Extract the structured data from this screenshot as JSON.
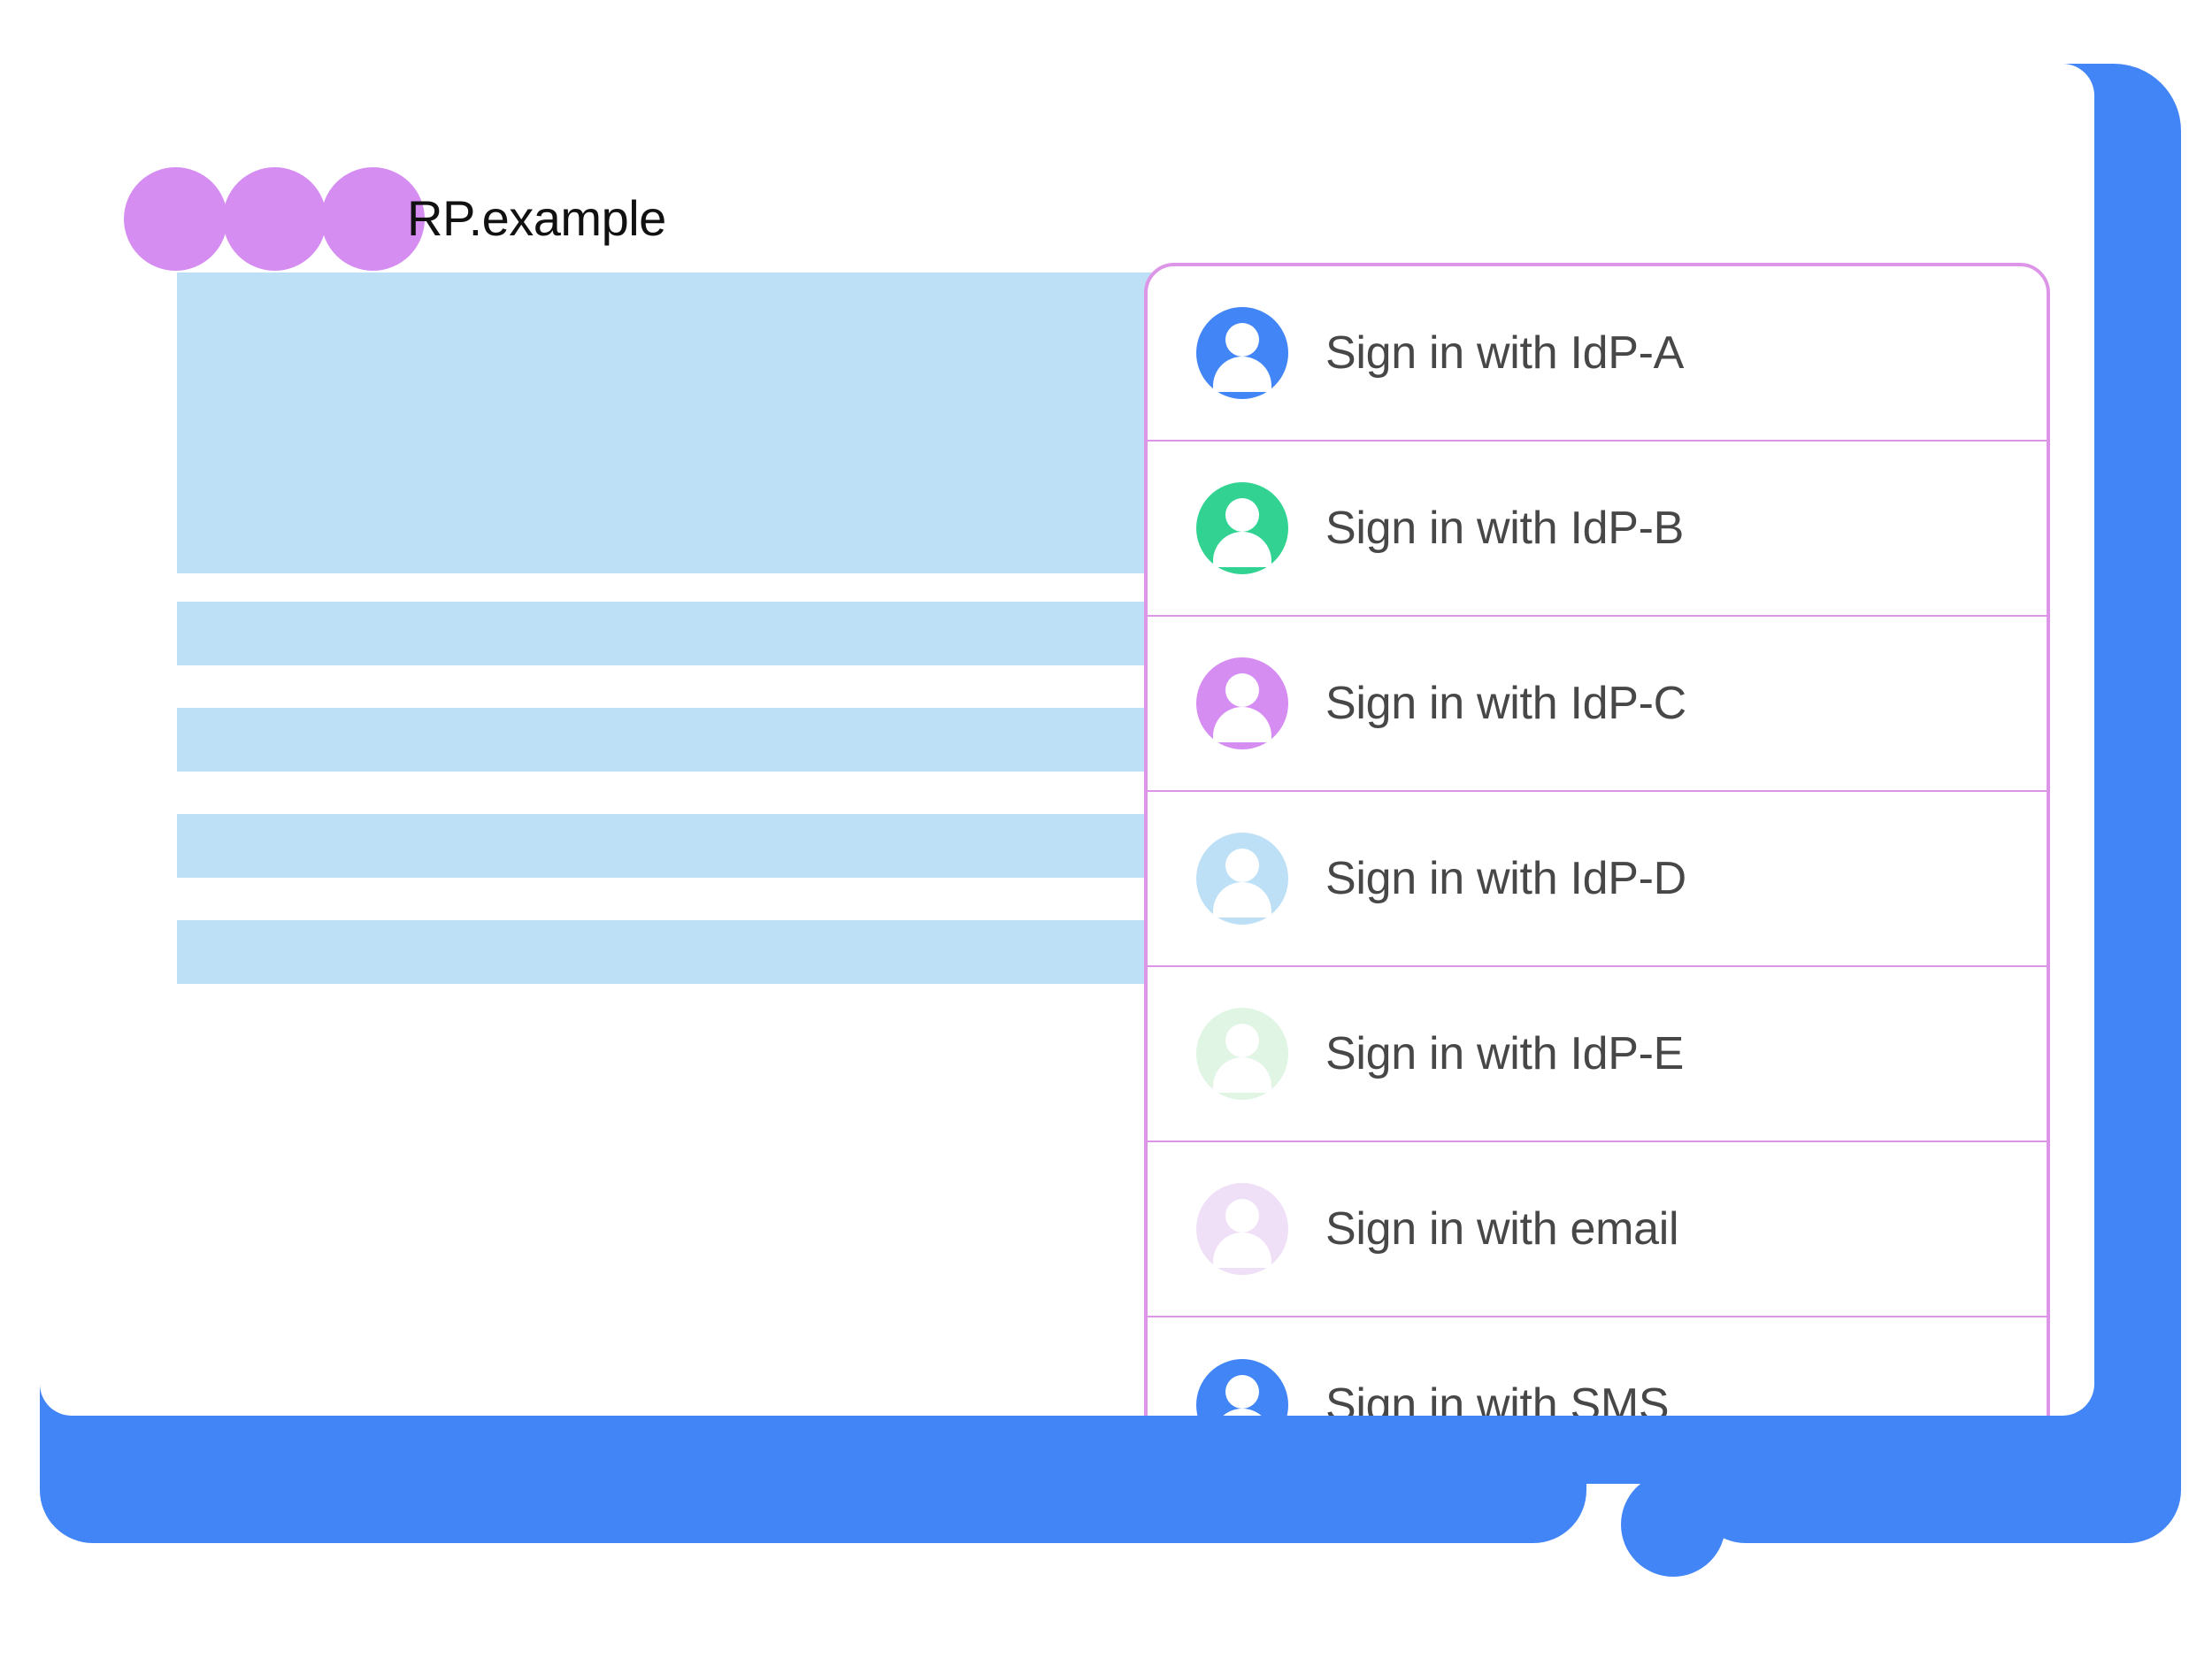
{
  "browser": {
    "site_title": "RP.example",
    "window_dots": [
      {
        "name": "window-dot-1",
        "color": "#D68DF2"
      },
      {
        "name": "window-dot-2",
        "color": "#D68DF2"
      },
      {
        "name": "window-dot-3",
        "color": "#D68DF2"
      }
    ]
  },
  "page_content": {
    "placeholder_color": "#BEE0F7",
    "blocks": [
      {
        "name": "content-hero-placeholder",
        "kind": "hero"
      },
      {
        "name": "content-line-placeholder-1",
        "kind": "line"
      },
      {
        "name": "content-line-placeholder-2",
        "kind": "line"
      },
      {
        "name": "content-line-placeholder-3",
        "kind": "line"
      },
      {
        "name": "content-line-placeholder-4",
        "kind": "line"
      }
    ]
  },
  "account_chooser": {
    "border_color": "#DD95E8",
    "divider_color": "#DD95E8",
    "background": "#FFFFFF",
    "items": [
      {
        "label": "Sign in with IdP-A",
        "avatar_color": "#4285F7",
        "icon": "person-avatar-icon"
      },
      {
        "label": "Sign in with IdP-B",
        "avatar_color": "#32D392",
        "icon": "person-avatar-icon"
      },
      {
        "label": "Sign in with IdP-C",
        "avatar_color": "#D68DF2",
        "icon": "person-avatar-icon"
      },
      {
        "label": "Sign in with IdP-D",
        "avatar_color": "#BEE0F7",
        "icon": "person-avatar-icon"
      },
      {
        "label": "Sign in with IdP-E",
        "avatar_color": "#E0F5E4",
        "icon": "person-avatar-icon"
      },
      {
        "label": "Sign in with email",
        "avatar_color": "#EFE0F7",
        "icon": "person-avatar-icon"
      },
      {
        "label": "Sign in with SMS",
        "avatar_color": "#4285F7",
        "icon": "person-avatar-icon"
      }
    ]
  },
  "device": {
    "frame_color": "#4285F7",
    "screen_color": "#FFFFFF",
    "home_button": "home-button"
  }
}
